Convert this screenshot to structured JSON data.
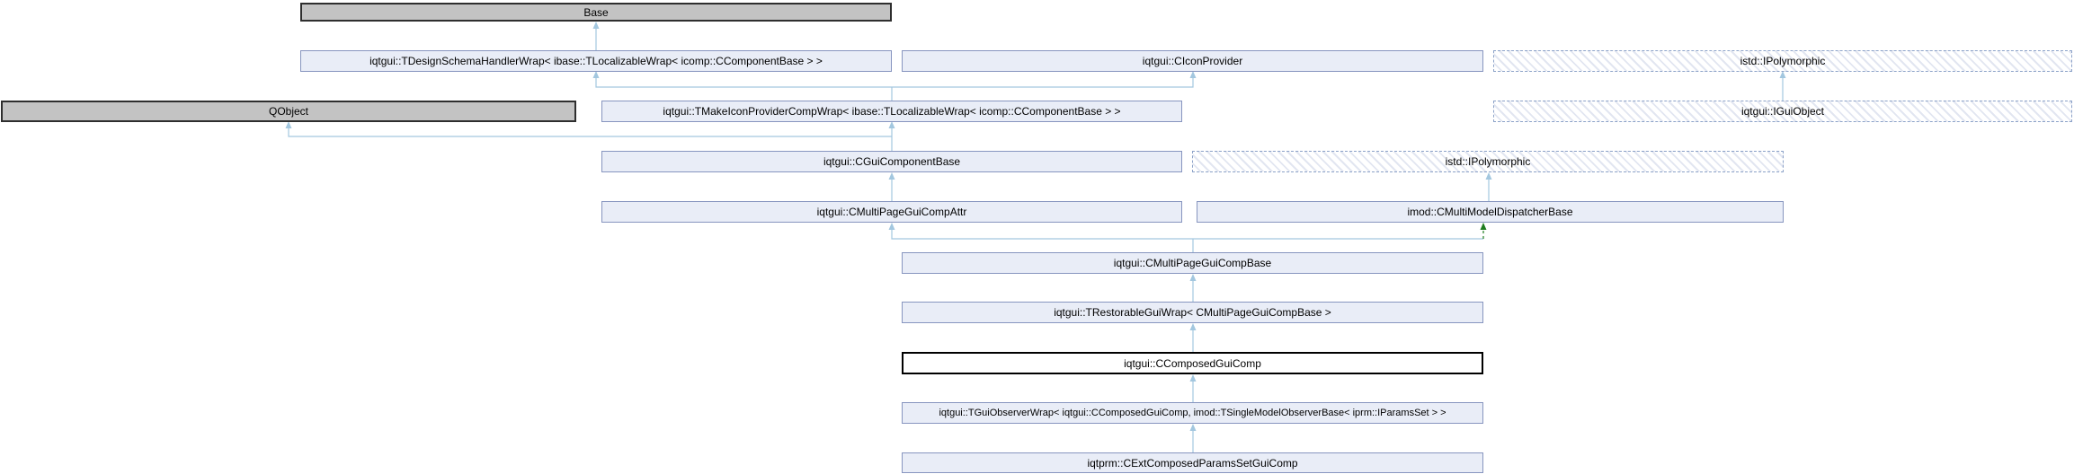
{
  "nodes": {
    "base": {
      "label": "Base"
    },
    "design_schema": {
      "label": "iqtgui::TDesignSchemaHandlerWrap< ibase::TLocalizableWrap< icomp::CComponentBase > >"
    },
    "icon_provider": {
      "label": "iqtgui::CIconProvider"
    },
    "ipolymorphic_top": {
      "label": "istd::IPolymorphic"
    },
    "qobject": {
      "label": "QObject"
    },
    "make_icon_provider": {
      "label": "iqtgui::TMakeIconProviderCompWrap< ibase::TLocalizableWrap< icomp::CComponentBase > >"
    },
    "igui_object": {
      "label": "iqtgui::IGuiObject"
    },
    "gui_component_base": {
      "label": "iqtgui::CGuiComponentBase"
    },
    "ipolymorphic_mid": {
      "label": "istd::IPolymorphic"
    },
    "multi_page_attr": {
      "label": "iqtgui::CMultiPageGuiCompAttr"
    },
    "multi_model_dispatcher": {
      "label": "imod::CMultiModelDispatcherBase"
    },
    "multi_page_base": {
      "label": "iqtgui::CMultiPageGuiCompBase"
    },
    "restorable_wrap": {
      "label": "iqtgui::TRestorableGuiWrap< CMultiPageGuiCompBase >"
    },
    "composed_gui_comp": {
      "label": "iqtgui::CComposedGuiComp"
    },
    "gui_observer_wrap": {
      "label": "iqtgui::TGuiObserverWrap< iqtgui::CComposedGuiComp, imod::TSingleModelObserverBase< iprm::IParamsSet > >"
    },
    "ext_composed": {
      "label": "iqtprm::CExtComposedParamsSetGuiComp"
    }
  },
  "edges": [
    {
      "child": "design_schema",
      "parent": "base",
      "type": "public"
    },
    {
      "child": "make_icon_provider",
      "parent": "design_schema",
      "type": "public"
    },
    {
      "child": "make_icon_provider",
      "parent": "icon_provider",
      "type": "public"
    },
    {
      "child": "igui_object",
      "parent": "ipolymorphic_top",
      "type": "public"
    },
    {
      "child": "gui_component_base",
      "parent": "qobject",
      "type": "public"
    },
    {
      "child": "gui_component_base",
      "parent": "make_icon_provider",
      "type": "public"
    },
    {
      "child": "multi_page_attr",
      "parent": "gui_component_base",
      "type": "public"
    },
    {
      "child": "multi_model_dispatcher",
      "parent": "ipolymorphic_mid",
      "type": "public"
    },
    {
      "child": "multi_page_base",
      "parent": "multi_page_attr",
      "type": "public"
    },
    {
      "child": "multi_page_base",
      "parent": "multi_model_dispatcher",
      "type": "protected"
    },
    {
      "child": "restorable_wrap",
      "parent": "multi_page_base",
      "type": "public"
    },
    {
      "child": "composed_gui_comp",
      "parent": "restorable_wrap",
      "type": "public"
    },
    {
      "child": "gui_observer_wrap",
      "parent": "composed_gui_comp",
      "type": "public"
    },
    {
      "child": "ext_composed",
      "parent": "gui_observer_wrap",
      "type": "public"
    }
  ],
  "colors": {
    "public_inheritance_line": "#a3c7df",
    "protected_inheritance_line": "#1f7d1f",
    "node_fill": "#e9edf7",
    "node_border": "#8795bf",
    "external_node_fill": "#c3c3c3",
    "current_node_border": "#000000",
    "hatched_node_border": "#8ca2c8"
  }
}
